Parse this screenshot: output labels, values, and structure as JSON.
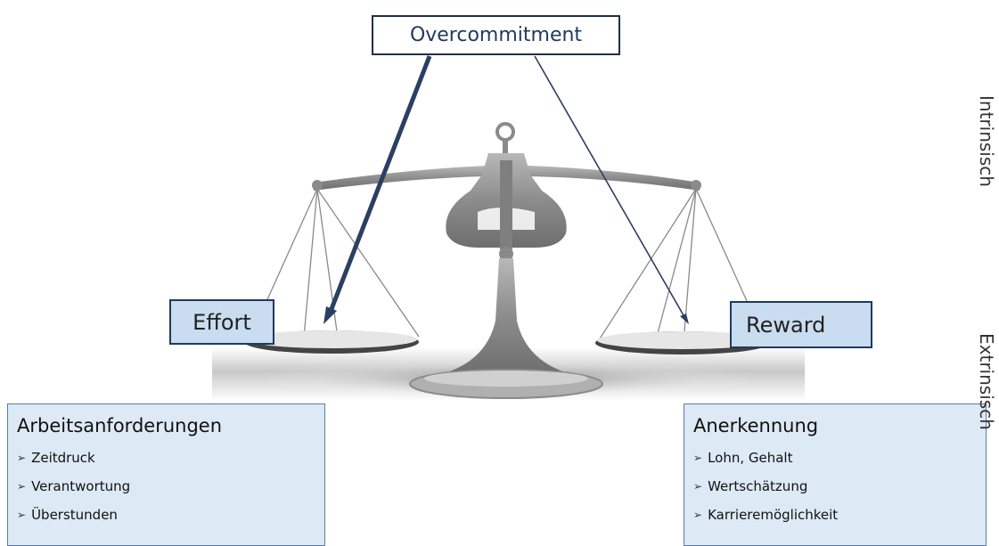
{
  "top_label": "Overcommitment",
  "left_pan_label": "Effort",
  "right_pan_label": "Reward",
  "left_panel": {
    "title": "Arbeitsanforderungen",
    "items": [
      "Zeitdruck",
      "Verantwortung",
      "Überstunden"
    ]
  },
  "right_panel": {
    "title": "Anerkennung",
    "items": [
      "Lohn, Gehalt",
      "Wertschätzung",
      "Karrieremöglichkeit"
    ]
  },
  "side_labels": {
    "upper": "Intrinsisch",
    "lower": "Extrinsisch"
  },
  "bullet_glyph": "➢",
  "colors": {
    "box_border": "#1f2f4a",
    "box_fill": "#c9dcf0",
    "panel_fill": "#dde9f5",
    "arrow": "#2a3f62",
    "scale_metal": "#8a8a8a"
  }
}
